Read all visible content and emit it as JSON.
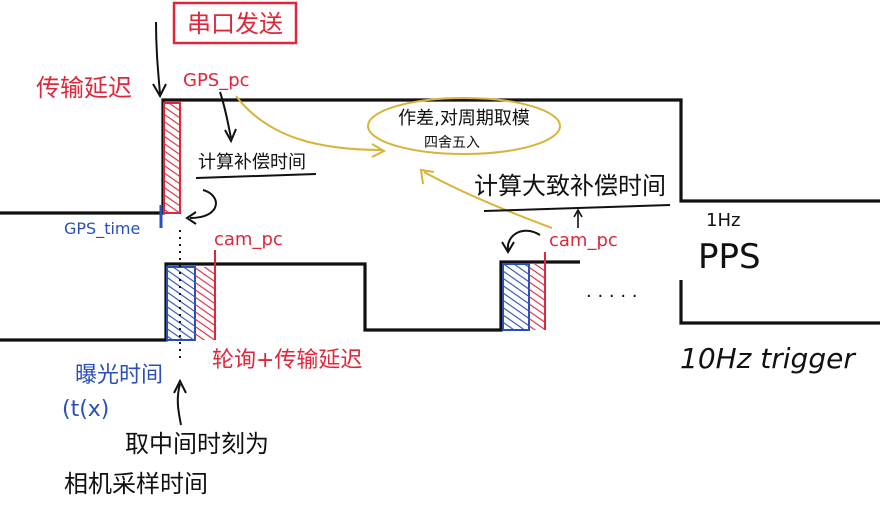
{
  "colors": {
    "ink": "#111111",
    "red": "#e0263a",
    "blue": "#2b4fb8",
    "yellow": "#d8b43a",
    "background": "#ffffff"
  },
  "labels": {
    "serial_send": "串口发送",
    "transmission_delay": "传输延迟",
    "gps_pc": "GPS_pc",
    "compute_comp_time": "计算补偿时间",
    "gps_time": "GPS_time",
    "cam_pc_1": "cam_pc",
    "cam_pc_2": "cam_pc",
    "diff_note_line1": "作差,对周期取模",
    "diff_note_line2": "四舍五入",
    "compute_large_comp": "计算大致补偿时间",
    "pps_rate": "1Hz",
    "pps": "PPS",
    "poll_delay": "轮询+传输延迟",
    "trigger": "10Hz trigger",
    "exposure_time": "曝光时间",
    "exposure_symbol": "(t(x)",
    "mid_line1": "取中间时刻为",
    "mid_line2": "相机采样时间",
    "ellipsis": "· · · · ·"
  }
}
